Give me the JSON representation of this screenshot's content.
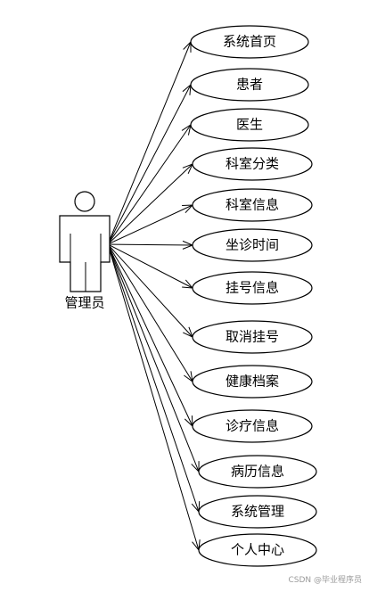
{
  "actor": {
    "label": "管理员"
  },
  "use_cases": [
    "系统首页",
    "患者",
    "医生",
    "科室分类",
    "科室信息",
    "坐诊时间",
    "挂号信息",
    "取消挂号",
    "健康档案",
    "诊疗信息",
    "病历信息",
    "系统管理",
    "个人中心"
  ],
  "watermark": "CSDN @毕业程序员"
}
